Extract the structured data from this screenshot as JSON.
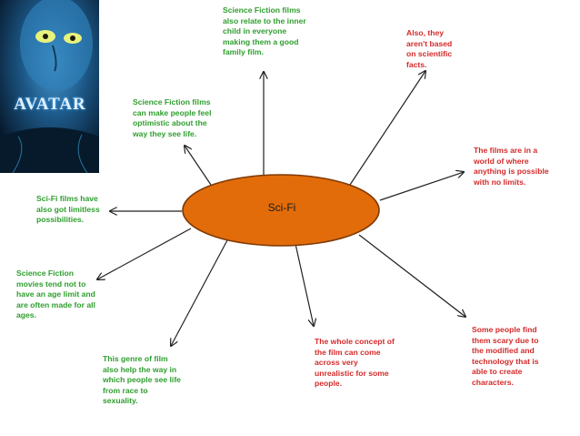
{
  "poster": {
    "title": "AVATAR"
  },
  "center": {
    "label": "Sci-Fi",
    "fill": "#e36c0a",
    "stroke": "#7f3a06"
  },
  "colors": {
    "green": "#2e9e2e",
    "red": "#d42a2a"
  },
  "nodes": {
    "inner_child": "Science Fiction films also relate to the inner child in everyone making them a good family film.",
    "not_scientific": "Also, they aren't based on scientific facts.",
    "optimistic": "Science Fiction films can make people feel optimistic about the way they see life.",
    "world": "The films are in a world of where anything is possible with no limits.",
    "limitless": "Sci-Fi films have also got limitless possibilities.",
    "age_limit": "Science Fiction movies tend not to have an age limit and are often made for all ages.",
    "genre_help": "This genre of film also help the way in which people see life from race to sexuality.",
    "unrealistic": "The whole concept of the film can come across very unrealistic for some people.",
    "scary": "Some people find them scary due to the modified and technology that is able to create characters."
  }
}
